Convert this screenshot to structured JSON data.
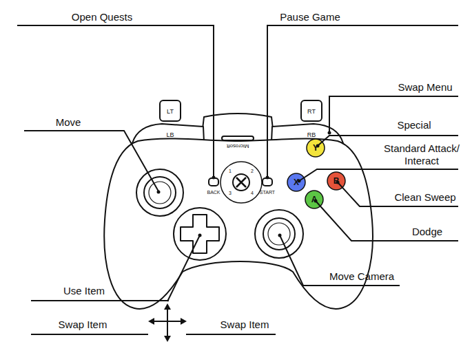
{
  "diagram": {
    "labels": [
      "Open Quests",
      "Pause Game",
      "Swap Menu",
      "Move",
      "Special",
      "Standard Attack/ Interact",
      "Clean Sweep",
      "Dodge",
      "Move Camera",
      "Use Item",
      "Swap Item",
      "Swap Item",
      "LT",
      "RT",
      "LB",
      "RB",
      "Y",
      "X",
      "B",
      "A",
      "BACK",
      "START",
      "Microsoft",
      "1",
      "2",
      "3",
      "4"
    ]
  }
}
